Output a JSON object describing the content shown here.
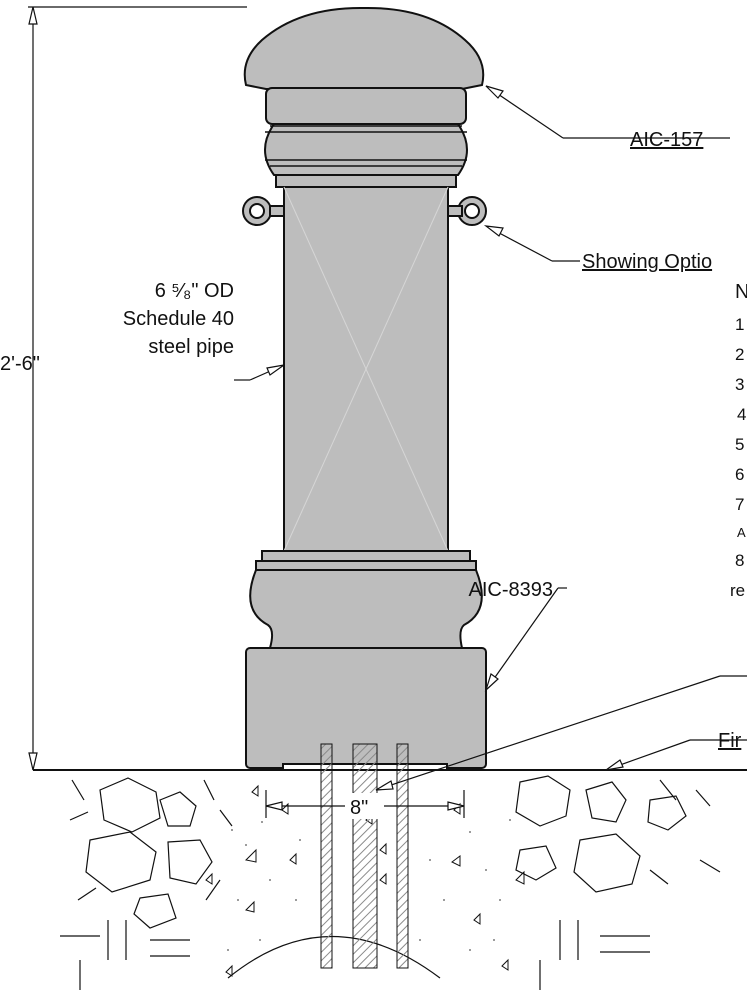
{
  "labels": {
    "part_cap": "AIC-157",
    "option_note": "Showing Optio",
    "pipe_line1": "6 ⁵⁄₈\" OD",
    "pipe_line2": "Schedule 40",
    "pipe_line3": "steel pipe",
    "height_dim": "2'-6\"",
    "part_base": "AIC-8393",
    "depth_dim": "8\"",
    "grade_label": "Fir"
  },
  "notes": {
    "heading": "N",
    "items": [
      "1",
      "2",
      "3",
      "4",
      "5",
      "6",
      "7",
      "A",
      "8",
      "re"
    ]
  },
  "colors": {
    "fill_gray": "#bdbdbd",
    "stroke": "#111111",
    "hatch": "#9a9a9a"
  }
}
